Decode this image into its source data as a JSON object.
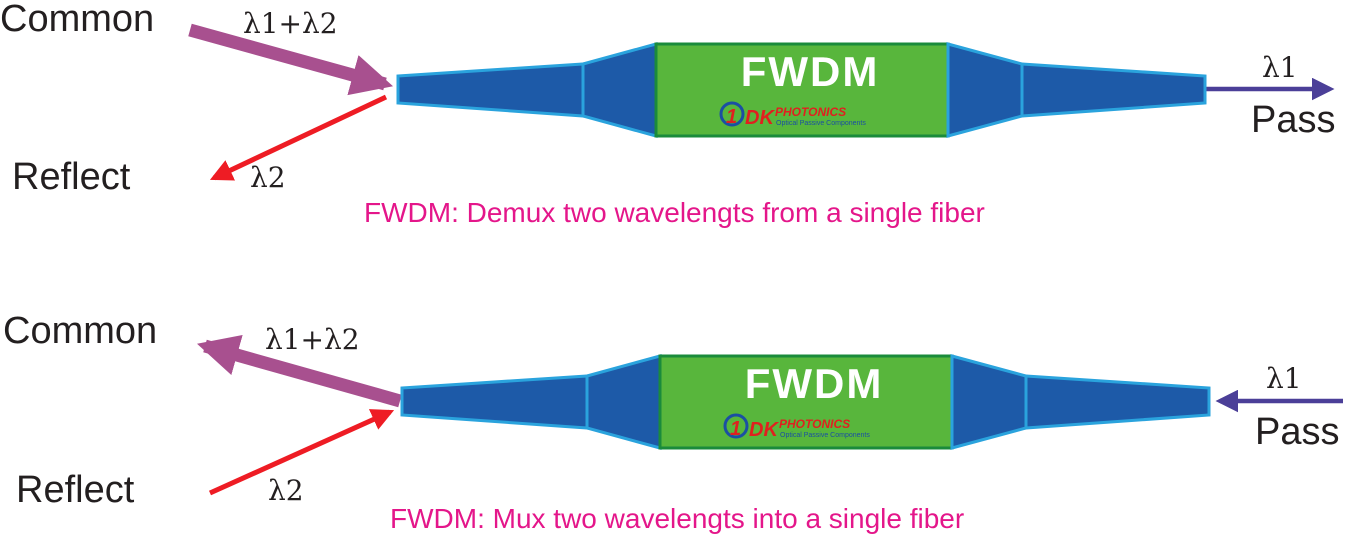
{
  "colors": {
    "common_arrow": "#a8508f",
    "reflect_arrow": "#ee1c24",
    "pass_arrow": "#4b3f98",
    "device_body": "#1d5aa8",
    "device_outline": "#2aa3dd",
    "center_green": "#58b63c",
    "center_outline": "#1a8b3b",
    "caption": "#e4168a"
  },
  "diagrams": [
    {
      "mode": "demux",
      "common_label": "Common",
      "common_signal": "λ1+λ2",
      "reflect_label": "Reflect",
      "reflect_signal": "λ2",
      "pass_label": "Pass",
      "pass_signal": "λ1",
      "device_label": "FWDM",
      "logo": {
        "mark": "1",
        "brand_dk": "DK",
        "brand_rest": "PHOTONICS",
        "tagline": "Optical Passive Components"
      },
      "caption": "FWDM: Demux two wavelengts from a single fiber"
    },
    {
      "mode": "mux",
      "common_label": "Common",
      "common_signal": "λ1+λ2",
      "reflect_label": "Reflect",
      "reflect_signal": "λ2",
      "pass_label": "Pass",
      "pass_signal": "λ1",
      "device_label": "FWDM",
      "logo": {
        "mark": "1",
        "brand_dk": "DK",
        "brand_rest": "PHOTONICS",
        "tagline": "Optical Passive Components"
      },
      "caption": "FWDM: Mux two wavelengts into a single fiber"
    }
  ]
}
